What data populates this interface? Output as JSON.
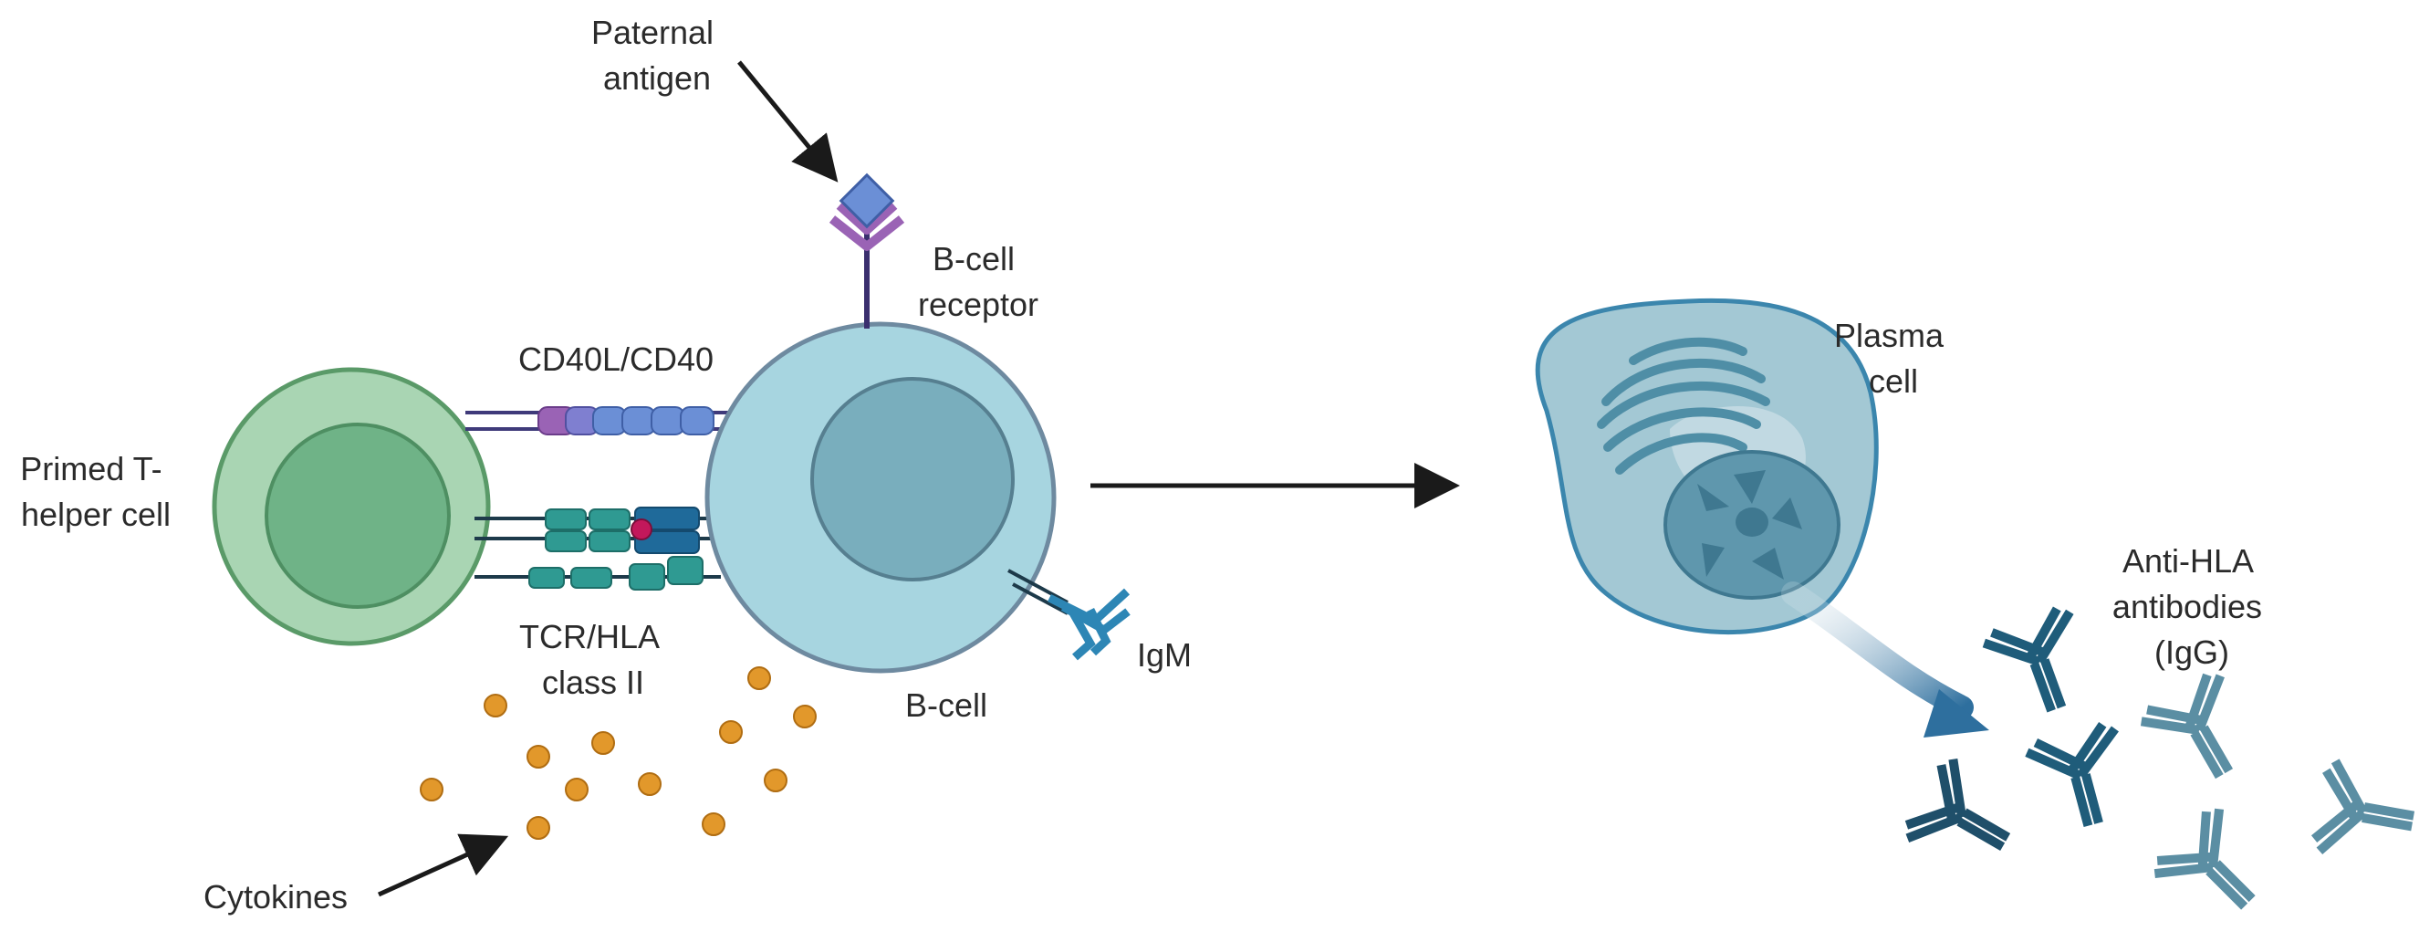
{
  "labels": {
    "paternal_antigen": [
      "Paternal",
      "antigen"
    ],
    "bcell_receptor": [
      "B-cell",
      "receptor"
    ],
    "cd40": "CD40L/CD40",
    "primed_t": [
      "Primed T-",
      "helper cell"
    ],
    "tcr_hla": [
      "TCR/HLA",
      "class II"
    ],
    "igm": "IgM",
    "bcell": "B-cell",
    "cytokines": "Cytokines",
    "plasma": [
      "Plasma",
      "cell"
    ],
    "anti_hla": [
      "Anti-HLA",
      "antibodies",
      "(IgG)"
    ]
  },
  "colors": {
    "t_cell_outer": "#a9d5b3",
    "t_cell_inner": "#6fb387",
    "b_cell_outer": "#a7d5e0",
    "b_cell_inner": "#79aebd",
    "plasma_cell": "#a3c8d4",
    "cytokine": "#e2982b",
    "receptor_blue": "#6b8fd6",
    "receptor_purple": "#9a63b5",
    "tcr_teal": "#2f9a92",
    "hla_blue": "#1f6a9a",
    "igg_dark": "#1f5c7a",
    "igg_light": "#5b8ea3",
    "arrow": "#1a1a1a"
  }
}
